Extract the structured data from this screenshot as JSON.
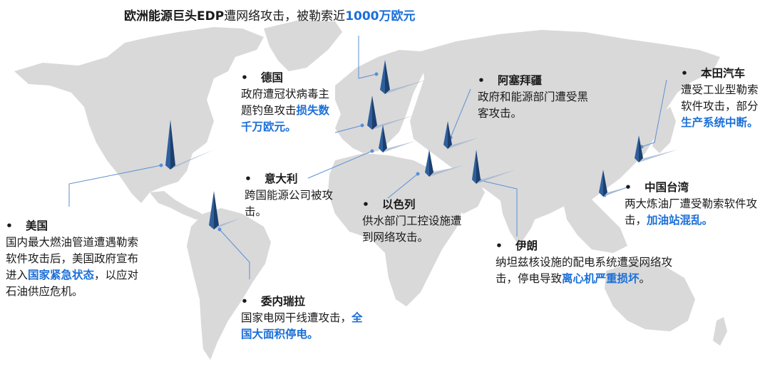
{
  "headline": {
    "bold_prefix": "欧洲能源巨头EDP",
    "text": "遭网络攻击，被勒索近",
    "highlight": "1000万欧元"
  },
  "colors": {
    "highlight": "#1b6fd8",
    "land": "#d9d9d9",
    "spike": "#2f5f9c",
    "connector": "#5b8fd6"
  },
  "annotations": {
    "germany": {
      "bullet": "•",
      "title": "德国",
      "text": "政府遭冠状病毒主题钓鱼攻击",
      "highlight": "损失数千万欧元。",
      "suffix": ""
    },
    "azerbaijan": {
      "bullet": "•",
      "title": "阿塞拜疆",
      "text": "政府和能源部门遭受黑客攻击。",
      "highlight": "",
      "suffix": ""
    },
    "honda": {
      "bullet": "•",
      "title": "本田汽车",
      "text": "遭受工业型勒索软件攻击，部分",
      "highlight": "生产系统中断。",
      "suffix": ""
    },
    "italy": {
      "bullet": "•",
      "title": "意大利",
      "text": "跨国能源公司被攻击。",
      "highlight": "",
      "suffix": ""
    },
    "israel": {
      "bullet": "•",
      "title": "以色列",
      "text": "供水部门工控设施遭到网络攻击。",
      "highlight": "",
      "suffix": ""
    },
    "taiwan": {
      "bullet": "•",
      "title": "中国台湾",
      "text": "两大炼油厂遭受勒索软件攻击，",
      "highlight": "加油站混乱。",
      "suffix": ""
    },
    "usa": {
      "bullet": "•",
      "title": "美国",
      "text": "国内最大燃油管道遭遇勒索软件攻击后，美国政府宣布进入",
      "highlight": "国家紧急状态",
      "suffix": "，以应对石油供应危机。"
    },
    "iran": {
      "bullet": "•",
      "title": "伊朗",
      "text": "纳坦兹核设施的配电系统遭受网络攻击，停电导致",
      "highlight": "离心机严重损坏",
      "suffix": "。"
    },
    "venezuela": {
      "bullet": "•",
      "title": "委内瑞拉",
      "text": "国家电网干线遭攻击，",
      "highlight": "全国大面积停电。",
      "suffix": ""
    }
  }
}
